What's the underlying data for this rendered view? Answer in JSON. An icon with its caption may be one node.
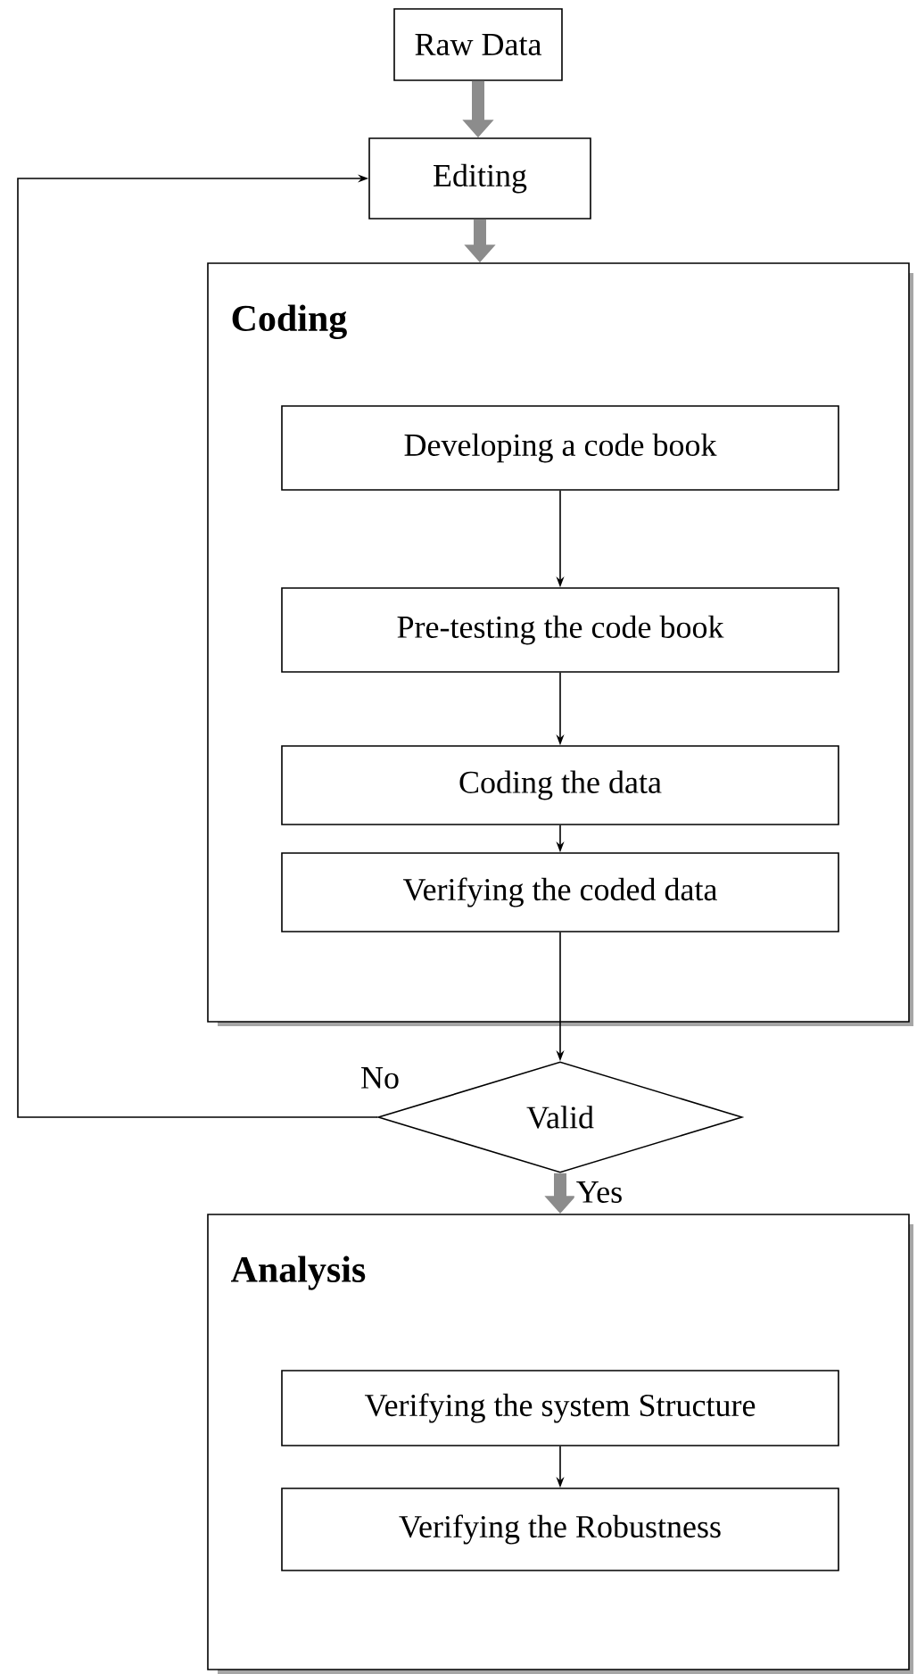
{
  "diagram": {
    "nodes": [
      {
        "text": [
          "Raw Data"
        ]
      },
      {
        "text": [
          "Editing"
        ]
      },
      {
        "text": [
          "Coding"
        ]
      },
      {
        "text": [
          "Developing a code book"
        ],
        "in": 2
      },
      {
        "text": [
          "Pre-testing the code book"
        ],
        "in": 2
      },
      {
        "text": [
          "Coding the data"
        ],
        "in": 2
      },
      {
        "text": [
          "Verifying the coded data"
        ],
        "in": 2
      },
      {
        "text": [
          "Valid"
        ]
      },
      {
        "text": [
          "Analysis"
        ]
      },
      {
        "text": [
          "Verifying the system Structure"
        ],
        "in": 8
      },
      {
        "text": [
          "Verifying the Robustness"
        ],
        "in": 8
      }
    ],
    "edges": [
      {
        "from": 0,
        "to": 1,
        "arrow": "to",
        "style": "thick",
        "color": "#8c8c8c"
      },
      {
        "from": 1,
        "to": 2,
        "arrow": "to",
        "style": "thick",
        "color": "#8c8c8c"
      },
      {
        "from": 3,
        "to": 4,
        "arrow": "to"
      },
      {
        "from": 4,
        "to": 5,
        "arrow": "to"
      },
      {
        "from": 5,
        "to": 6,
        "arrow": "to"
      },
      {
        "from": 6,
        "to": 7,
        "arrow": "to"
      },
      {
        "from": 7,
        "to": 1,
        "arrow": "to",
        "label": "No"
      },
      {
        "from": 7,
        "to": 8,
        "arrow": "to",
        "label": "Yes",
        "style": "thick",
        "color": "#8c8c8c"
      },
      {
        "from": 9,
        "to": 10,
        "arrow": "to"
      }
    ]
  }
}
